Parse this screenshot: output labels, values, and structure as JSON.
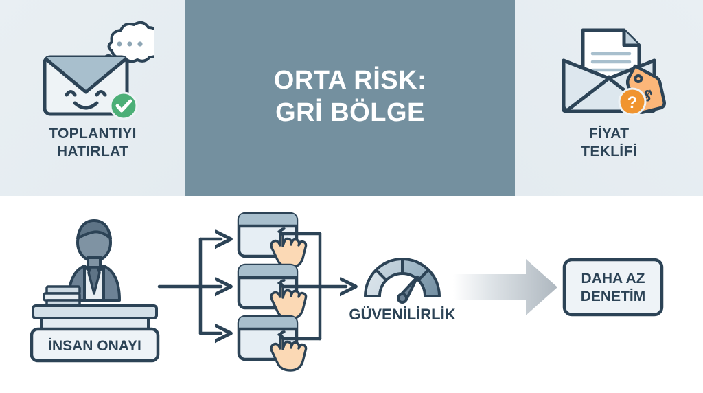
{
  "banner": {
    "center": {
      "title_line1": "ORTA RİSK:",
      "title_line2": "GRİ BÖLGE",
      "background_color": "#74909f",
      "text_color": "#ffffff"
    },
    "left_card": {
      "icon": "smiling-envelope-with-thought-bubble",
      "label_line1": "TOPLANTIYI",
      "label_line2": "HATIRLAT",
      "badge": "green-check-badge",
      "badge_color": "#4caf77"
    },
    "right_card": {
      "icon": "envelope-with-document-and-price-tag",
      "label_line1": "FİYAT",
      "label_line2": "TEKLİFİ",
      "badge": "orange-question-badge",
      "badge_color": "#f0942f",
      "tag_symbol": "$"
    }
  },
  "flow": {
    "approval": {
      "icon": "person-at-desk",
      "label": "İNSAN ONAYI"
    },
    "cards": {
      "icon": "card-with-hand-cursor",
      "count": 3
    },
    "gauge": {
      "icon": "reliability-gauge",
      "label": "GÜVENİLİRLİK",
      "segments": 4
    },
    "arrow": {
      "icon": "big-right-arrow"
    },
    "outcome": {
      "label_line1": "DAHA AZ",
      "label_line2": "DENETİM"
    }
  },
  "palette": {
    "ink": "#2c4356",
    "slate": "#74909f",
    "light_fill": "#e4ebf0",
    "mid_fill": "#a8bfcd",
    "panel_bg": "#e8eef2",
    "white": "#ffffff",
    "green": "#4caf77",
    "orange": "#f0942f",
    "skin": "#fbd9b5"
  }
}
